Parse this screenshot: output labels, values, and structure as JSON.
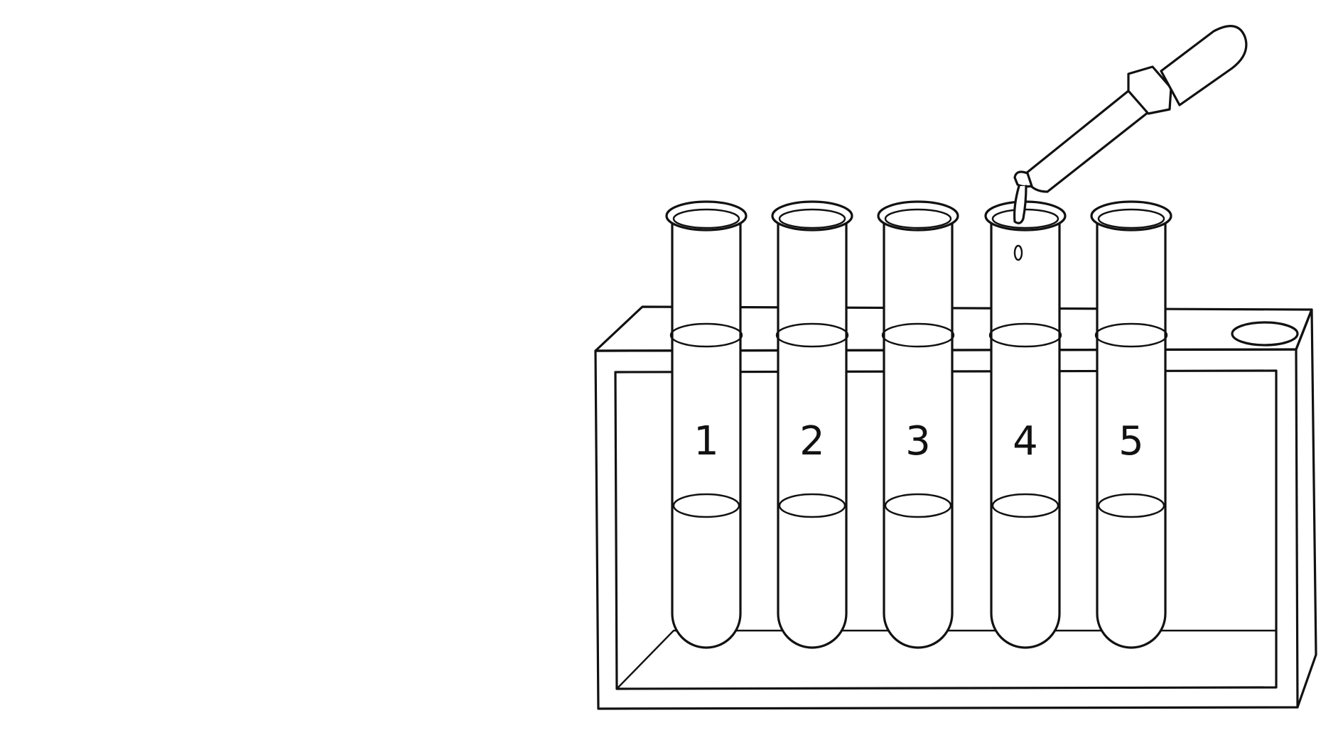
{
  "tubes": [
    {
      "label": "1"
    },
    {
      "label": "2"
    },
    {
      "label": "3"
    },
    {
      "label": "4"
    },
    {
      "label": "5"
    }
  ],
  "empty_slot": true,
  "dropper": {
    "dispensing_into_tube": "4"
  },
  "colors": {
    "ink": "#111111",
    "background": "#ffffff"
  }
}
